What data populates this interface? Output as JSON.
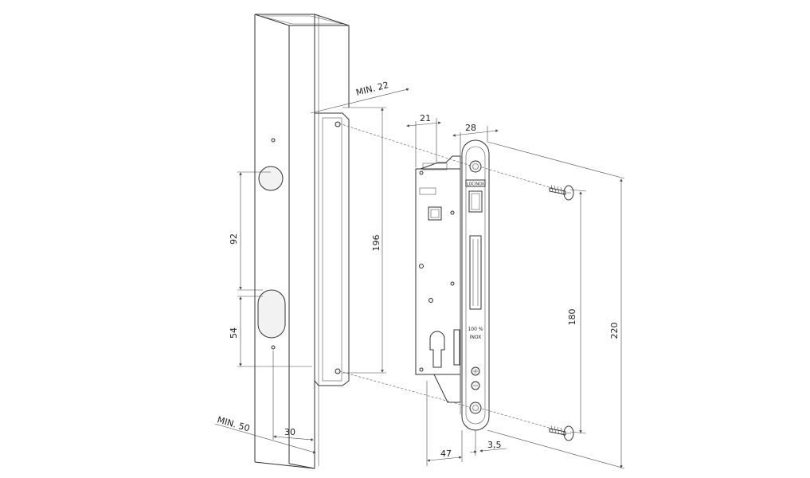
{
  "dimensions": {
    "min22": "MIN. 22",
    "d21": "21",
    "d28": "28",
    "d92": "92",
    "d54": "54",
    "d196": "196",
    "d180": "180",
    "d220": "220",
    "min50": "MIN. 50",
    "d30": "30",
    "d47": "47",
    "d3_5": "3,5"
  },
  "faceplate": {
    "material_line1": "100 %",
    "material_line2": "INOX",
    "logo": "LOCINOX"
  }
}
